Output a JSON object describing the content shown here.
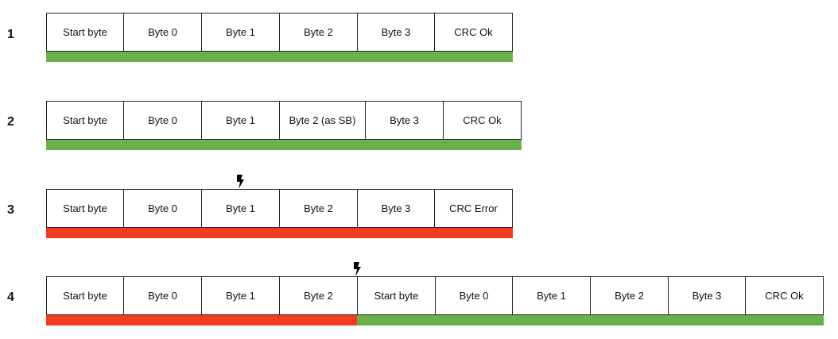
{
  "colors": {
    "ok": "#6ab04c",
    "error": "#f23b1f",
    "border": "#222222",
    "bolt": "#000000"
  },
  "icons": {
    "fault": "lightning-bolt-icon"
  },
  "rows": [
    {
      "number": "1",
      "cells": [
        "Start byte",
        "Byte 0",
        "Byte 1",
        "Byte 2",
        "Byte 3",
        "CRC Ok"
      ],
      "segments": [
        {
          "status": "ok",
          "from": 0,
          "to": 6
        }
      ]
    },
    {
      "number": "2",
      "cells": [
        "Start byte",
        "Byte 0",
        "Byte 1",
        "Byte 2 (as SB)",
        "Byte 3",
        "CRC Ok"
      ],
      "segments": [
        {
          "status": "ok",
          "from": 0,
          "to": 6
        }
      ]
    },
    {
      "number": "3",
      "cells": [
        "Start byte",
        "Byte 0",
        "Byte 1",
        "Byte 2",
        "Byte 3",
        "CRC Error"
      ],
      "segments": [
        {
          "status": "error",
          "from": 0,
          "to": 6
        }
      ],
      "fault_at_cell": 2
    },
    {
      "number": "4",
      "cells": [
        "Start byte",
        "Byte 0",
        "Byte 1",
        "Byte 2",
        "Start byte",
        "Byte 0",
        "Byte 1",
        "Byte 2",
        "Byte 3",
        "CRC Ok"
      ],
      "segments": [
        {
          "status": "error",
          "from": 0,
          "to": 4
        },
        {
          "status": "ok",
          "from": 4,
          "to": 10
        }
      ],
      "fault_at_boundary": 4
    }
  ]
}
